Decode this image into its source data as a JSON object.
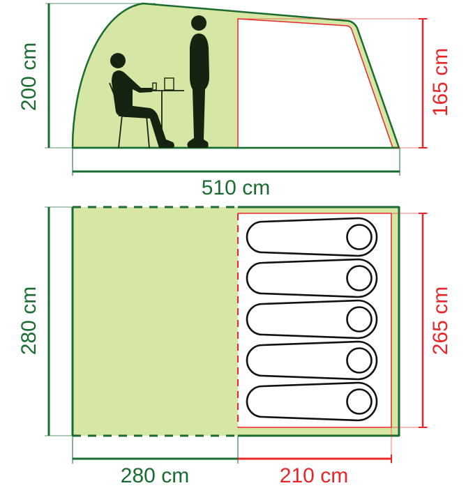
{
  "title": "Tent dimensions diagram",
  "colors": {
    "tent_fill": "#d6e6a4",
    "outline_green": "#1a6b2f",
    "inner_red": "#e8262a",
    "figure": "#152410",
    "sleeping_bag": "#111111"
  },
  "side_view": {
    "height_label": "200 cm",
    "inner_height_label": "165 cm",
    "length_label": "510 cm",
    "figures": [
      "seated-person-at-table",
      "standing-person"
    ]
  },
  "floor_plan": {
    "width_label": "280 cm",
    "inner_width_label": "265 cm",
    "living_area_label": "280 cm",
    "bedroom_label": "210 cm",
    "sleeping_bags": 5
  }
}
